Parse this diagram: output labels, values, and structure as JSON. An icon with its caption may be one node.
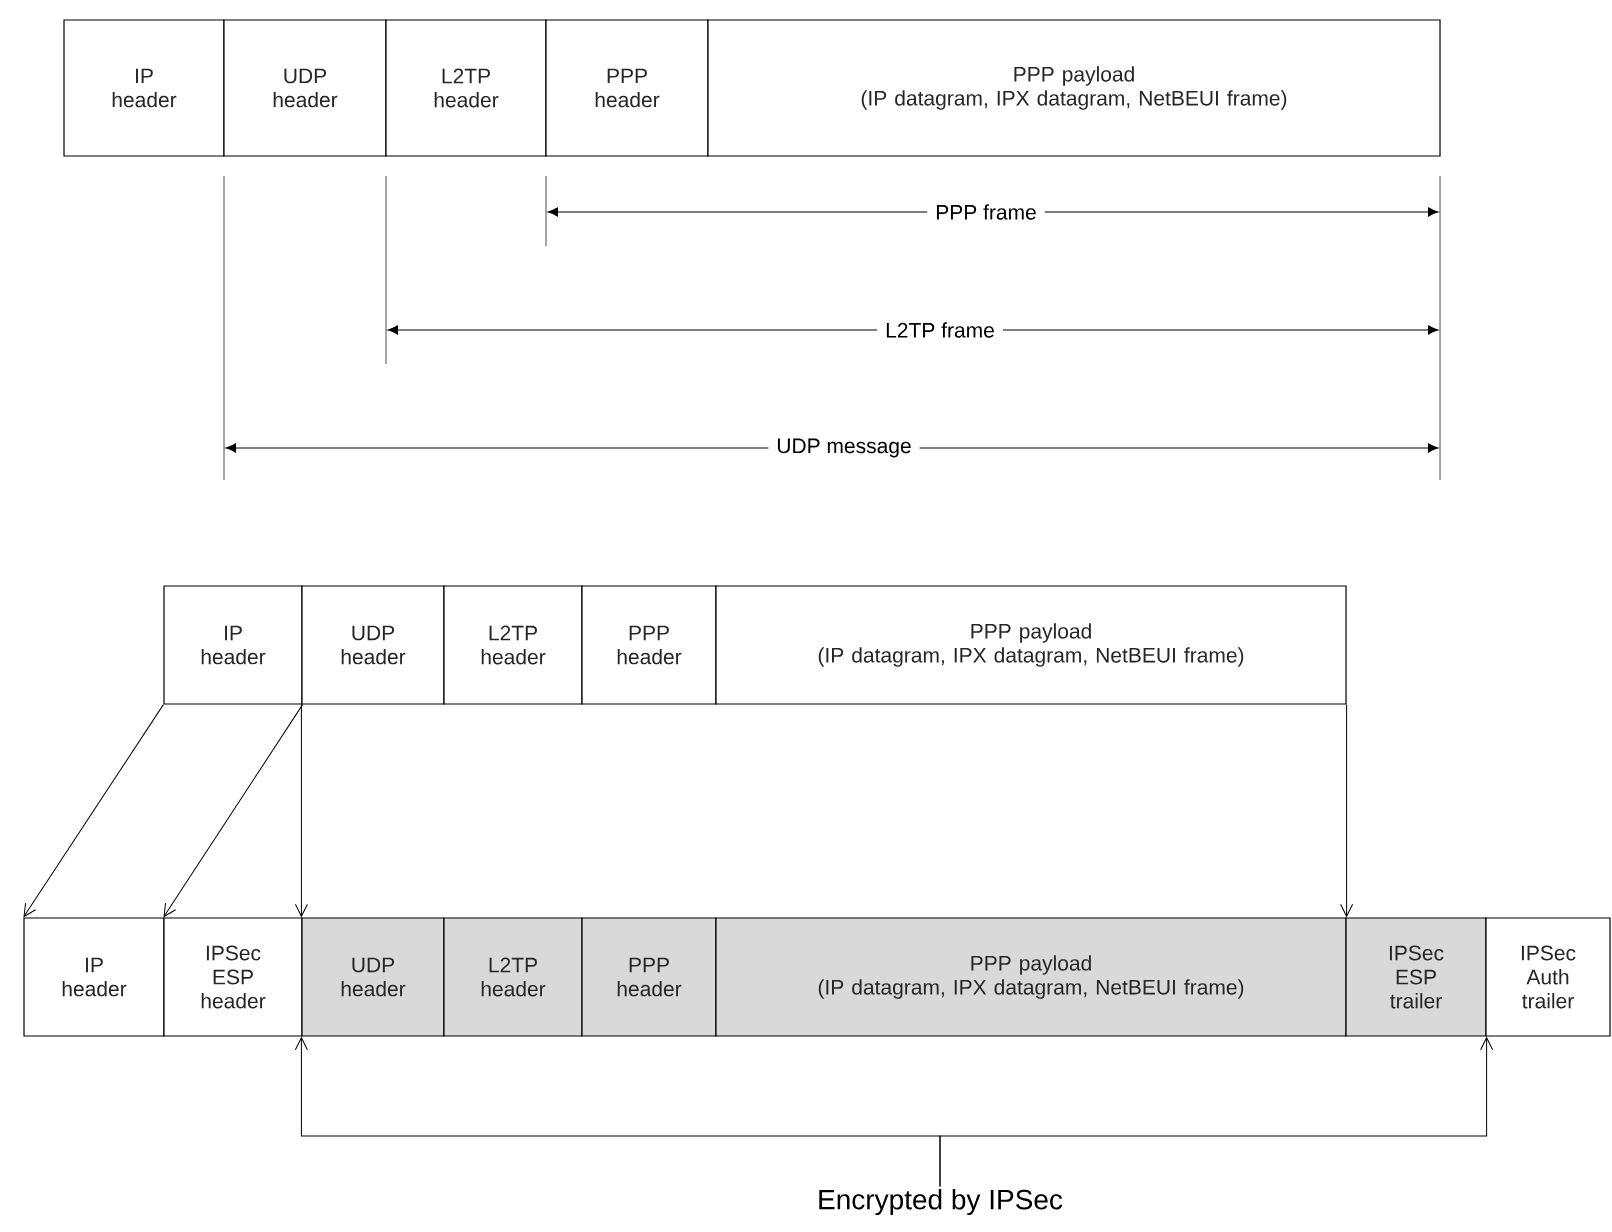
{
  "diagram": {
    "nodes": [
      {
        "text": [
          "IP header"
        ]
      },
      {
        "text": [
          "UDP header"
        ]
      },
      {
        "text": [
          "L2TP header"
        ]
      },
      {
        "text": [
          "PPP header"
        ]
      },
      {
        "text": [
          "PPP payload",
          "(IP datagram, IPX datagram, NetBEUI frame)"
        ]
      },
      {
        "text": [
          "IP header"
        ]
      },
      {
        "text": [
          "UDP header"
        ]
      },
      {
        "text": [
          "L2TP header"
        ]
      },
      {
        "text": [
          "PPP header"
        ]
      },
      {
        "text": [
          "PPP payload",
          "(IP datagram, IPX datagram, NetBEUI frame)"
        ]
      },
      {
        "text": [
          "IP header"
        ]
      },
      {
        "text": [
          "IPSec ESP header"
        ]
      },
      {
        "text": [
          "UDP header"
        ]
      },
      {
        "text": [
          "L2TP header"
        ]
      },
      {
        "text": [
          "PPP header"
        ]
      },
      {
        "text": [
          "PPP payload",
          "(IP datagram, IPX datagram, NetBEUI frame)"
        ]
      },
      {
        "text": [
          "IPSec ESP trailer"
        ]
      },
      {
        "text": [
          "IPSec Auth trailer"
        ]
      },
      {
        "text": [
          "Encrypted by IPSec"
        ]
      }
    ],
    "edges": [
      {
        "from": 5,
        "to": 10,
        "arrow": "to"
      },
      {
        "from": 5,
        "to": 11,
        "arrow": "to"
      },
      {
        "from": 6,
        "to": 12,
        "arrow": "to"
      },
      {
        "from": 9,
        "to": 15,
        "arrow": "to"
      },
      {
        "from": 18,
        "to": 12,
        "arrow": "to"
      },
      {
        "from": 18,
        "to": 16,
        "arrow": "to"
      }
    ],
    "labels": [
      "PPP frame",
      "L2TP frame",
      "UDP message"
    ]
  }
}
